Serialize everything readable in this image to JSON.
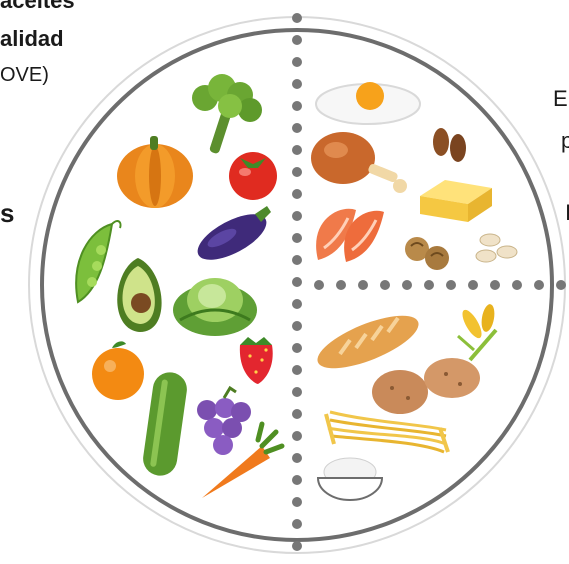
{
  "left_text": {
    "line1": "aceites",
    "line2": "alidad",
    "line3": "OVE)",
    "line4": "s"
  },
  "right_text": {
    "line1": "El",
    "line2": "p",
    "line3": "I"
  },
  "plate": {
    "sections": [
      {
        "group": "vegetables-fruits",
        "items": [
          "broccoli-icon",
          "pumpkin-icon",
          "tomato-icon",
          "eggplant-icon",
          "pea-pod-icon",
          "avocado-icon",
          "cabbage-icon",
          "strawberry-icon",
          "orange-icon",
          "cucumber-icon",
          "grapes-icon",
          "carrot-icon"
        ]
      },
      {
        "group": "proteins",
        "items": [
          "fried-egg-icon",
          "chicken-leg-icon",
          "almonds-icon",
          "cheese-icon",
          "salmon-icon",
          "walnuts-icon",
          "beans-icon"
        ]
      },
      {
        "group": "carbohydrates",
        "items": [
          "bread-icon",
          "wheat-icon",
          "potatoes-icon",
          "spaghetti-icon",
          "rice-bowl-icon"
        ]
      }
    ],
    "colors": {
      "rim": "#6d6d6d",
      "dots": "#777777"
    }
  }
}
